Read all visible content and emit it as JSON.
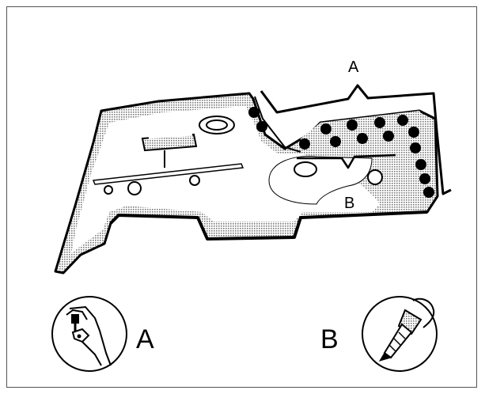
{
  "diagram": {
    "callouts": {
      "panel_label_a": "A",
      "panel_label_b": "B"
    },
    "legend": {
      "item_a": {
        "label": "A",
        "icon": "rivet-pliers-icon"
      },
      "item_b": {
        "label": "B",
        "icon": "drill-bit-icon"
      }
    },
    "colors": {
      "stroke": "#000000",
      "hatch": "#9a9a9a",
      "fill": "#ffffff"
    }
  }
}
